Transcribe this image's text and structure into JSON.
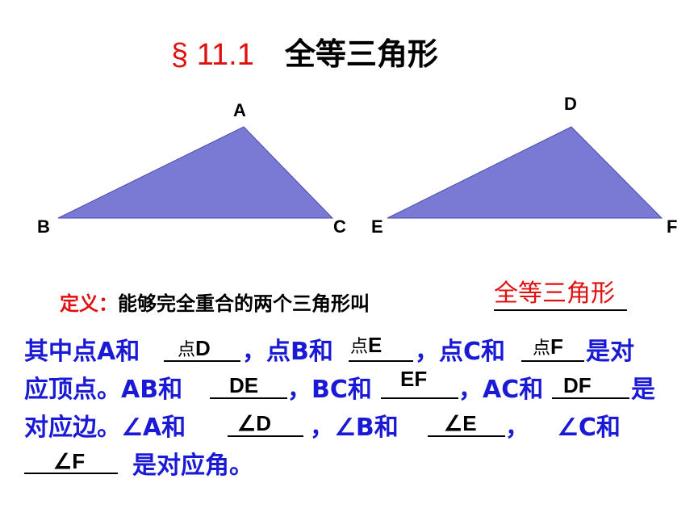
{
  "title": {
    "section": "§ 11.1",
    "name": "全等三角形"
  },
  "triangle1": {
    "vertices": [
      "A",
      "B",
      "C"
    ],
    "color": "#7a7ad4"
  },
  "triangle2": {
    "vertices": [
      "D",
      "E",
      "F"
    ],
    "color": "#7a7ad4"
  },
  "definition": {
    "label": "定义：",
    "text": "能够完全重合的两个三角形叫",
    "answer": "全等三角形"
  },
  "lines": {
    "l1a": "其中点A和",
    "l1b": "，点B和",
    "l1c": "，点C和",
    "l1d": "是对",
    "l2a": "应顶点。AB和",
    "l2b": "，BC和",
    "l2c": "，AC和",
    "l2d": "是",
    "l3a": "对应边。∠A和",
    "l3b": "，∠B和",
    "l3c": "，",
    "l3d": "∠C和",
    "l4a": "是对应角。"
  },
  "answers": {
    "pointD_prefix": "点",
    "pointD": "D",
    "pointE_prefix": "点",
    "pointE": "E",
    "pointF_prefix": "点",
    "pointF": "F",
    "sideDE": "DE",
    "sideEF": "EF",
    "sideDF": "DF",
    "angleD": "∠D",
    "angleE": "∠E",
    "angleF": "∠F"
  }
}
